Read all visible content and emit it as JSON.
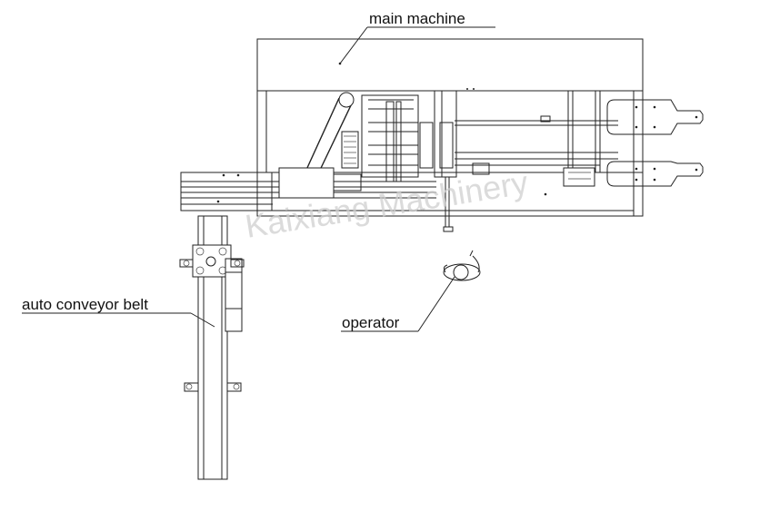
{
  "labels": {
    "main_machine": "main machine",
    "auto_conveyor_belt": "auto conveyor belt",
    "operator": "operator"
  },
  "watermark": "Kaixiang Machinery"
}
